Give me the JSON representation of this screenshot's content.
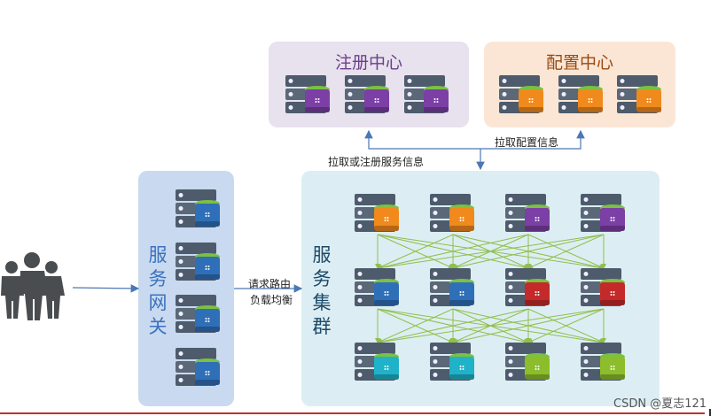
{
  "registry": {
    "title": "注册中心",
    "servers": [
      "purple",
      "purple",
      "purple"
    ]
  },
  "config": {
    "title": "配置中心",
    "servers": [
      "orange",
      "orange",
      "orange"
    ]
  },
  "gateway": {
    "title": "服务网关",
    "servers": [
      "blue",
      "blue",
      "blue",
      "blue"
    ]
  },
  "cluster": {
    "title": "服务集群",
    "rows": [
      [
        "orange",
        "orange",
        "purple",
        "purple"
      ],
      [
        "blue",
        "blue",
        "red",
        "red"
      ],
      [
        "cyan",
        "cyan",
        "green",
        "green"
      ]
    ]
  },
  "labels": {
    "pull_config": "拉取配置信息",
    "pull_or_register": "拉取或注册服务信息",
    "route_line1": "请求路由",
    "route_line2": "负载均衡"
  },
  "colors": {
    "purple": "#7b3fa5",
    "orange": "#f08a1c",
    "blue": "#2f6fb8",
    "red": "#c42a2a",
    "cyan": "#1fb2c8",
    "green": "#8cbd2b",
    "registry_bg": "#e8e1ee",
    "config_bg": "#fbe6d6",
    "gateway_bg": "#c9d9ef",
    "cluster_bg": "#dceef3",
    "arrow_blue": "#4a78b5",
    "arrow_green": "#8fbf4a"
  },
  "icons": {
    "users": "people-group-icon",
    "server": "server-stack-icon"
  },
  "watermark": "CSDN @夏志121"
}
